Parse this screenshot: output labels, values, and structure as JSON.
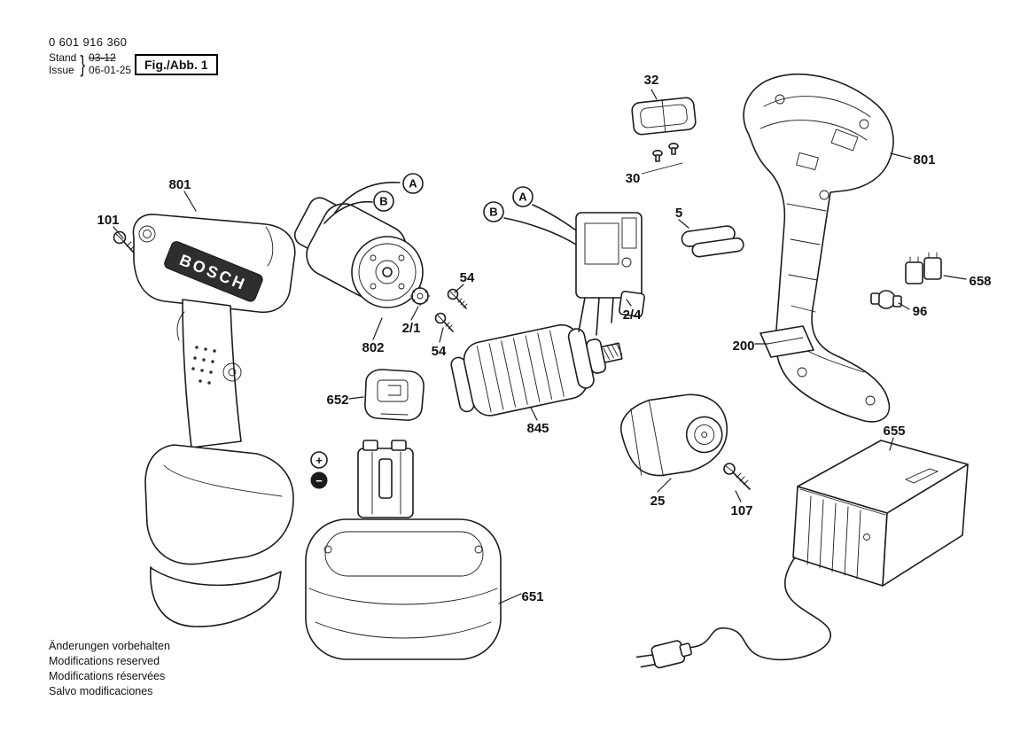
{
  "header": {
    "part_number": "0 601 916 360",
    "stand_label": "Stand",
    "stand_value": "03-12",
    "issue_label": "Issue",
    "issue_value": "06-01-25",
    "brace": "}",
    "figure_label": "Fig./Abb. 1"
  },
  "brand": "BOSCH",
  "footer": {
    "line1": "Änderungen vorbehalten",
    "line2": "Modifications reserved",
    "line3": "Modifications réservées",
    "line4": "Salvo modificaciones"
  },
  "labels": {
    "l101": "101",
    "l801_left": "801",
    "l802": "802",
    "l2_1": "2/1",
    "l54_a": "54",
    "l54_b": "54",
    "a_left": "A",
    "b_left": "B",
    "a_right": "A",
    "b_right": "B",
    "l2_4": "2/4",
    "l32": "32",
    "l30": "30",
    "l5": "5",
    "l801_right": "801",
    "l658": "658",
    "l96": "96",
    "l200": "200",
    "l652": "652",
    "l845": "845",
    "l25": "25",
    "l107": "107",
    "l655": "655",
    "l651": "651",
    "plus": "+",
    "minus": "−"
  }
}
